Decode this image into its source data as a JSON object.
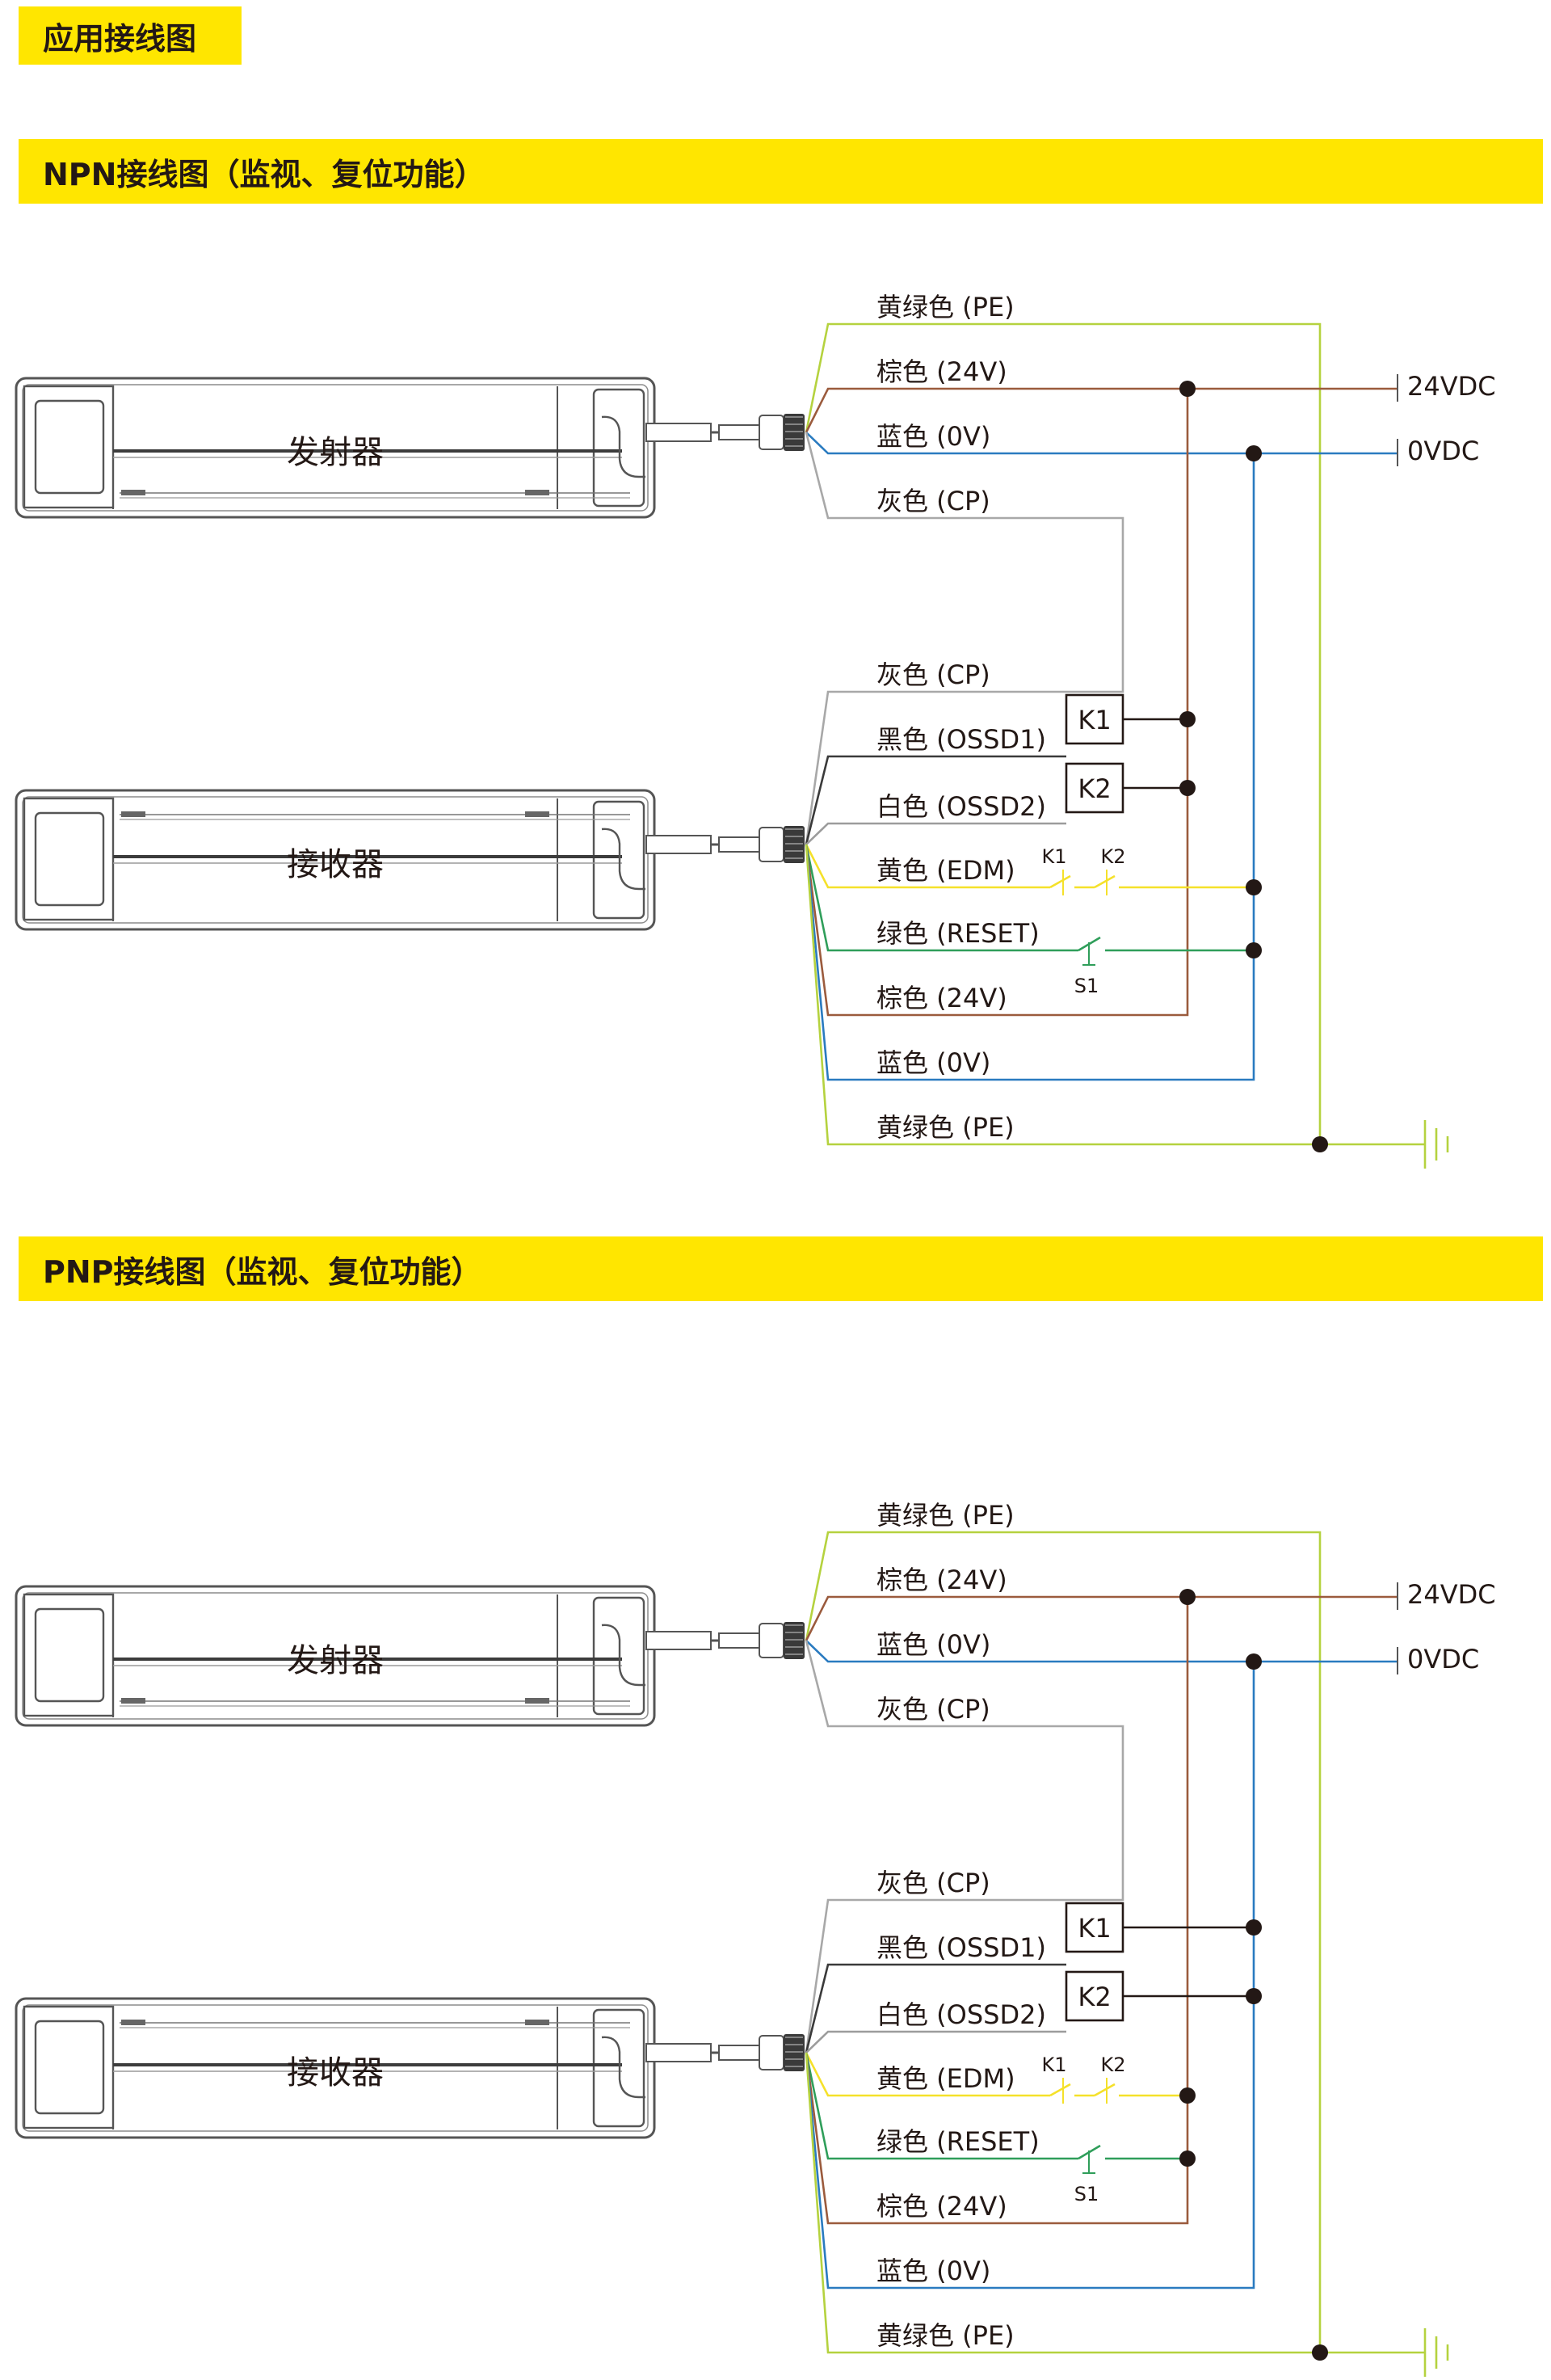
{
  "page_title": "应用接线图",
  "npn": {
    "heading": "NPN接线图（监视、复位功能）",
    "emitter_label": "发射器",
    "receiver_label": "接收器",
    "wires_top": [
      "黄绿色 (PE)",
      "棕色 (24V)",
      "蓝色 (0V)",
      "灰色 (CP)"
    ],
    "wires_bottom": [
      "灰色 (CP)",
      "黑色 (OSSD1)",
      "白色 (OSSD2)",
      "黄色 (EDM)",
      "绿色 (RESET)",
      "棕色 (24V)",
      "蓝色 (0V)",
      "黄绿色 (PE)"
    ],
    "supply_pos": "24VDC",
    "supply_neg": "0VDC",
    "relay_k1": "K1",
    "relay_k2": "K2",
    "contact_k1": "K1",
    "contact_k2": "K2",
    "switch_s1": "S1"
  },
  "pnp": {
    "heading": "PNP接线图（监视、复位功能）",
    "emitter_label": "发射器",
    "receiver_label": "接收器",
    "wires_top": [
      "黄绿色 (PE)",
      "棕色 (24V)",
      "蓝色 (0V)",
      "灰色 (CP)"
    ],
    "wires_bottom": [
      "灰色 (CP)",
      "黑色 (OSSD1)",
      "白色 (OSSD2)",
      "黄色 (EDM)",
      "绿色 (RESET)",
      "棕色 (24V)",
      "蓝色 (0V)",
      "黄绿色 (PE)"
    ],
    "supply_pos": "24VDC",
    "supply_neg": "0VDC",
    "relay_k1": "K1",
    "relay_k2": "K2",
    "contact_k1": "K1",
    "contact_k2": "K2",
    "switch_s1": "S1"
  },
  "colors": {
    "accent_yellow": "#ffe600",
    "wire_pe": "#b5d23f",
    "wire_brown": "#9b5b3d",
    "wire_blue": "#2a7bc0",
    "wire_gray": "#a8a8a8",
    "wire_black": "#3a3a3a",
    "wire_white": "#9c9c9c",
    "wire_yellow": "#f5e12a",
    "wire_green": "#2f9e5a",
    "outline": "#555555"
  }
}
